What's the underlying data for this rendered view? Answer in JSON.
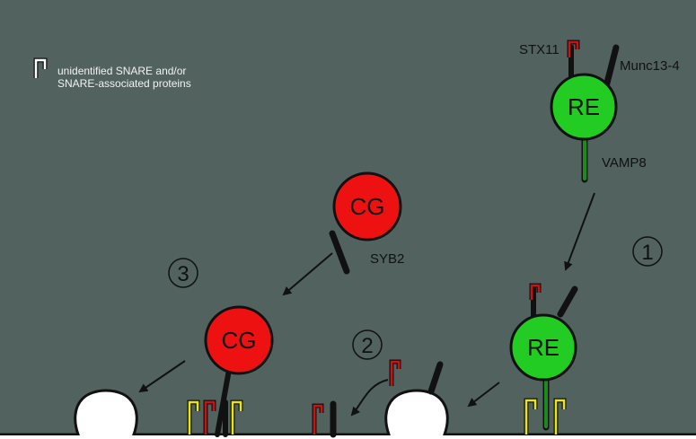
{
  "legend": {
    "text_line1": "unidentified SNARE and/or",
    "text_line2": "SNARE-associated proteins"
  },
  "labels": {
    "stx11": "STX11",
    "munc13": "Munc13-4",
    "vamp8": "VAMP8",
    "syb2": "SYB2"
  },
  "vesicles": {
    "re": "RE",
    "cg": "CG"
  },
  "steps": {
    "one": "①",
    "two": "②",
    "three": "③"
  },
  "colors": {
    "background": "#52625f",
    "re_fill": "#22cc22",
    "cg_fill": "#ee1111",
    "stx11": "#cc1111",
    "snare_yellow": "#e8e800",
    "vamp8": "#1c8a1c",
    "membrane": "#111111",
    "legend_snare": "#ffffff"
  }
}
